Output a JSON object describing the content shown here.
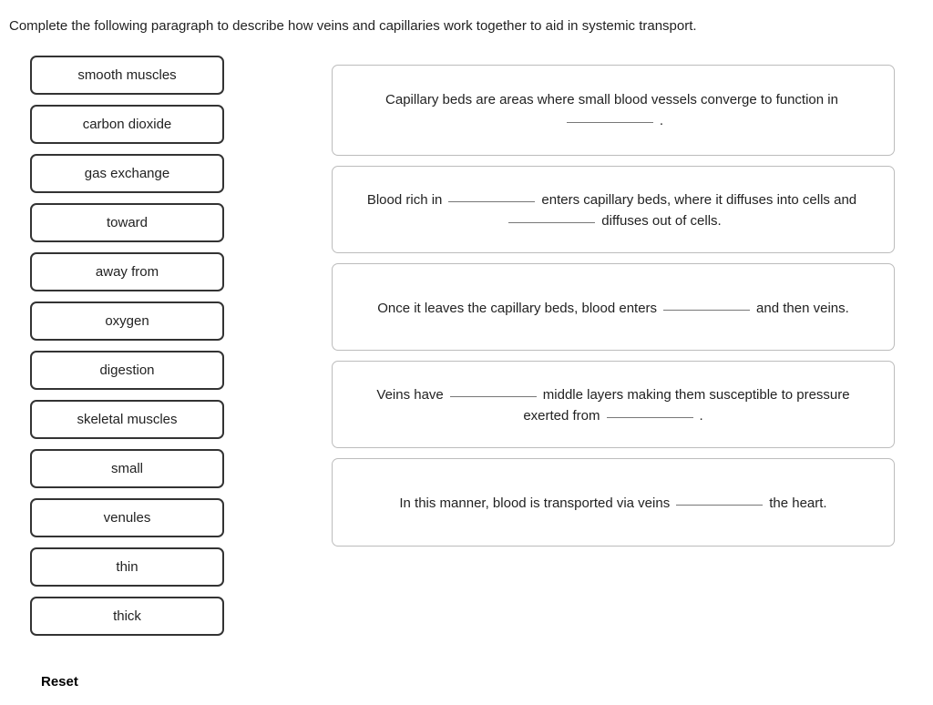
{
  "prompt": {
    "text": "Complete the following paragraph to describe how veins and capillaries work together to aid in systemic transport."
  },
  "wordbank": {
    "items": [
      {
        "label": "smooth muscles"
      },
      {
        "label": "carbon dioxide"
      },
      {
        "label": "gas exchange"
      },
      {
        "label": "toward"
      },
      {
        "label": "away from"
      },
      {
        "label": "oxygen"
      },
      {
        "label": "digestion"
      },
      {
        "label": "skeletal muscles"
      },
      {
        "label": "small"
      },
      {
        "label": "venules"
      },
      {
        "label": "thin"
      },
      {
        "label": "thick"
      }
    ]
  },
  "reset": {
    "label": "Reset"
  },
  "panels": [
    {
      "id": "panel-1",
      "parts": [
        "Capillary beds are areas where small blood vessels converge to function in",
        "."
      ],
      "blanks": 1
    },
    {
      "id": "panel-2",
      "parts": [
        "Blood rich in",
        "enters capillary beds, where it diffuses into cells and",
        "diffuses out of cells."
      ],
      "blanks": 2
    },
    {
      "id": "panel-3",
      "parts": [
        "Once it leaves the capillary beds, blood enters",
        "and then veins."
      ],
      "blanks": 1
    },
    {
      "id": "panel-4",
      "parts": [
        "Veins have",
        "middle layers making them susceptible to pressure exerted from",
        "."
      ],
      "blanks": 2
    },
    {
      "id": "panel-5",
      "parts": [
        "In this manner, blood is transported via veins",
        "the heart."
      ],
      "blanks": 1
    }
  ],
  "colors": {
    "chip_border": "#333333",
    "panel_border": "#bcbcbc",
    "text": "#222222",
    "blank_line": "#777777",
    "background": "#ffffff"
  }
}
